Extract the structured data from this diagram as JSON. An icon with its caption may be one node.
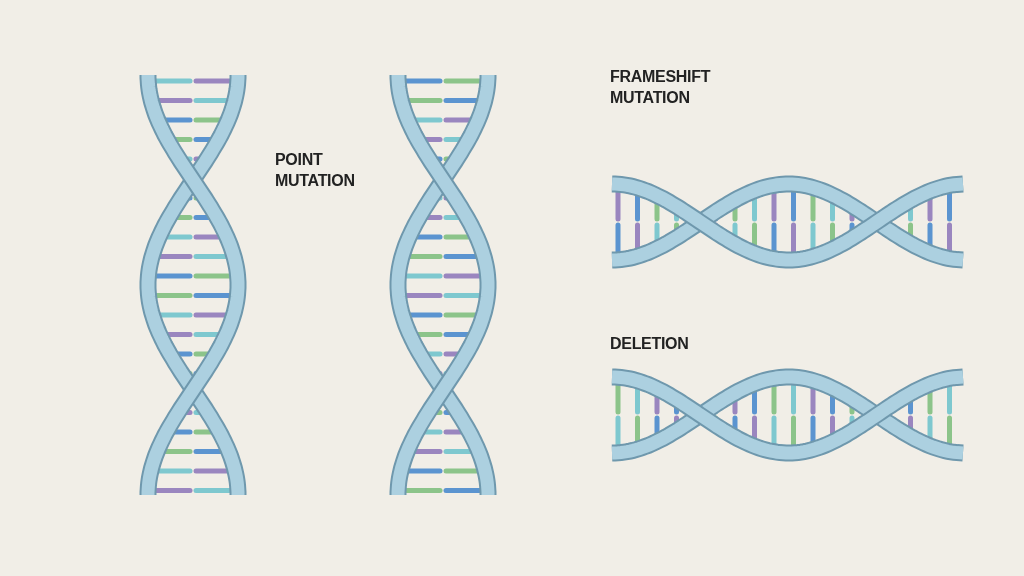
{
  "diagram": {
    "labels": [
      "POINT MUTATION",
      "FRAMESHIFT MUTATION",
      "DELETION"
    ]
  }
}
